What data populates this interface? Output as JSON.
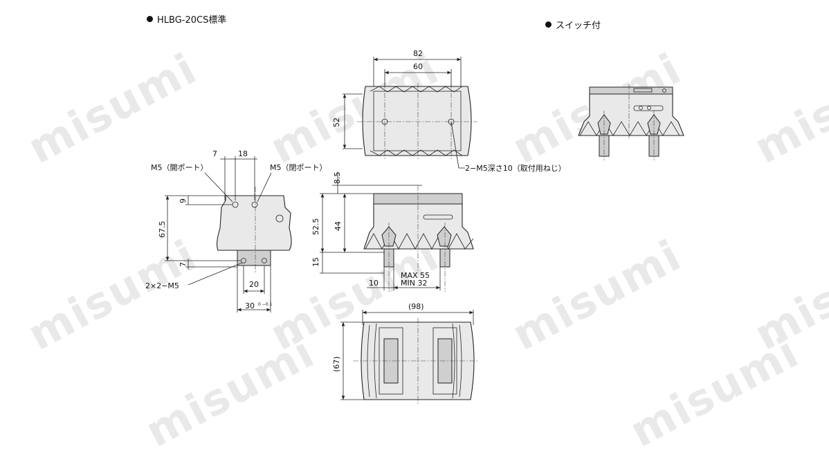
{
  "headers": {
    "standard": "HLBG-20CS標準",
    "switch": "スイッチ付"
  },
  "watermark": "misumi",
  "dimensions": {
    "top_width_82": "82",
    "top_width_60": "60",
    "top_height_52": "52",
    "tap_note": "2−M5深さ10（取付用ねじ）",
    "side_7": "7",
    "side_18": "18",
    "port_left": "M5（開ポート）",
    "port_right": "M5（閉ポート）",
    "side_9": "9",
    "side_67_5": "67.5",
    "side_7b": "7",
    "side_2x2m5": "2×2−M5",
    "side_20": "20",
    "side_30": "30",
    "side_30_tol": "0 −0.1",
    "front_8_5": "8.5",
    "front_52_5": "52.5",
    "front_44": "44",
    "front_15": "15",
    "front_10": "10",
    "front_max": "MAX 55",
    "front_min": "MIN 32",
    "bottom_98": "(98)",
    "bottom_67": "(67)"
  }
}
